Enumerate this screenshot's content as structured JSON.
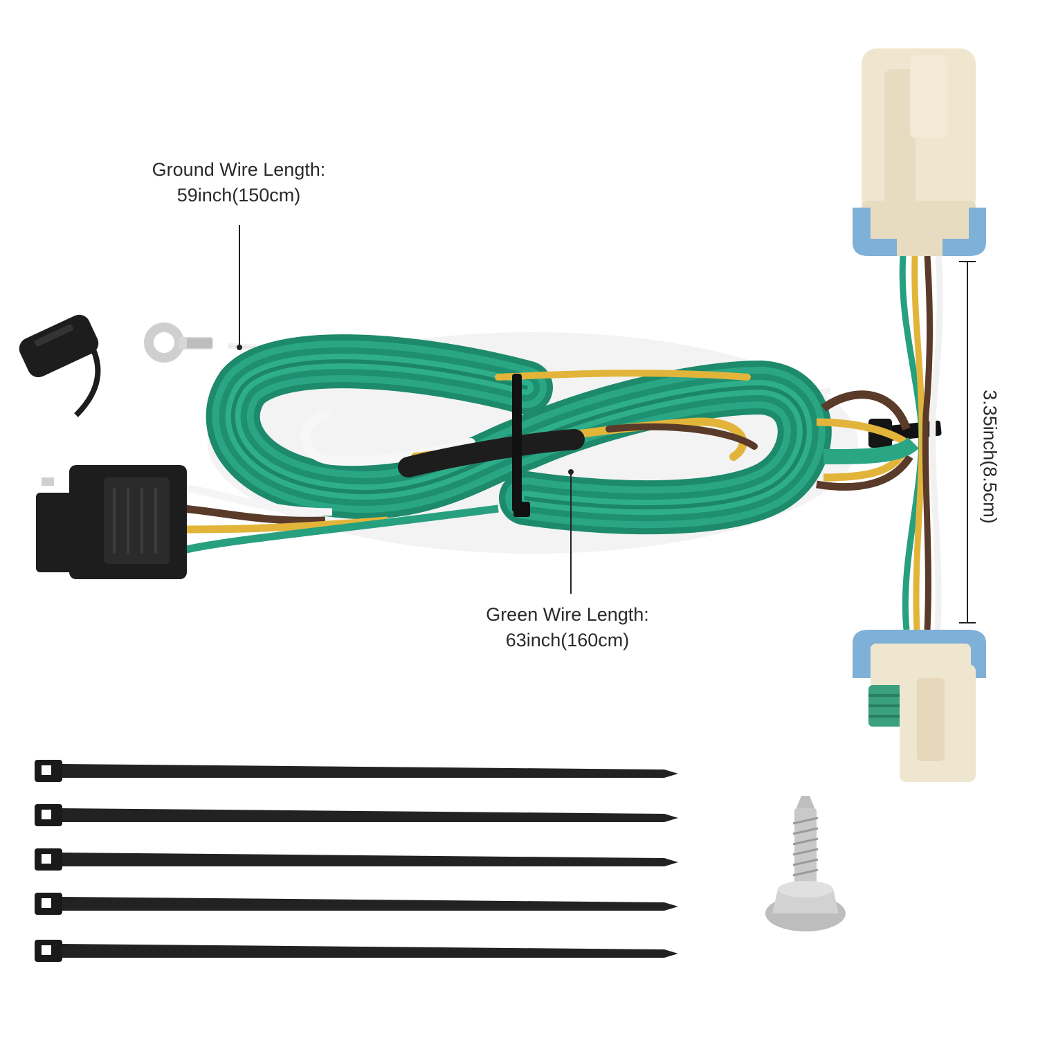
{
  "annotations": {
    "ground_wire": {
      "title": "Ground Wire Length:",
      "value": "59inch(150cm)"
    },
    "green_wire": {
      "title": "Green Wire Length:",
      "value": "63inch(160cm)"
    },
    "connector_span": {
      "value": "3.35inch(8.5cm)"
    }
  },
  "parts": {
    "cable_tie_count": 5,
    "screw_count": 1
  },
  "colors": {
    "green_wire": "#1f9a78",
    "yellow_wire": "#e2b53a",
    "brown_wire": "#5a3a28",
    "white_wire": "#f4f4f4",
    "connector_body": "#efe6cf",
    "connector_lock": "#7fb0d8",
    "black_plug": "#1d1d1d"
  }
}
